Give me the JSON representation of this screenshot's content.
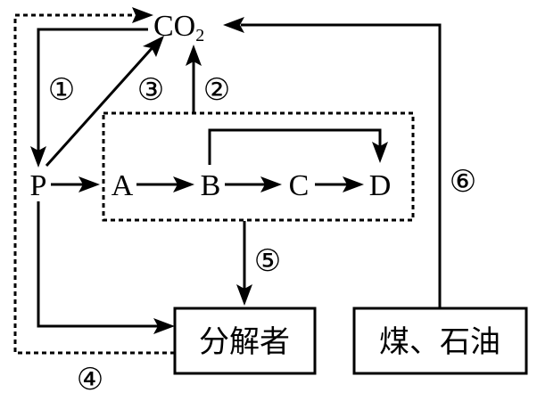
{
  "diagram": {
    "title": "Carbon cycle diagram",
    "nodes": {
      "co2": {
        "main": "CO",
        "sub": "2"
      },
      "p": "P",
      "a": "A",
      "b": "B",
      "c": "C",
      "d": "D",
      "decomposers": "分解者",
      "fossil_fuels": "煤、石油"
    },
    "process_labels": {
      "p1": "①",
      "p2": "②",
      "p3": "③",
      "p4": "④",
      "p5": "⑤",
      "p6": "⑥"
    },
    "edges": [
      {
        "from": "co2",
        "to": "p",
        "label": "①",
        "style": "solid"
      },
      {
        "from": "consumers-group",
        "to": "co2",
        "label": "②",
        "style": "solid"
      },
      {
        "from": "p",
        "to": "co2",
        "label": "③",
        "style": "solid"
      },
      {
        "from": "decomposers",
        "to": "co2",
        "label": "④",
        "style": "dotted"
      },
      {
        "from": "consumers-group",
        "to": "decomposers",
        "label": "⑤",
        "style": "solid"
      },
      {
        "from": "fossil_fuels",
        "to": "co2",
        "label": "⑥",
        "style": "solid"
      },
      {
        "from": "p",
        "to": "a",
        "label": "",
        "style": "solid"
      },
      {
        "from": "a",
        "to": "b",
        "label": "",
        "style": "solid"
      },
      {
        "from": "b",
        "to": "c",
        "label": "",
        "style": "solid"
      },
      {
        "from": "c",
        "to": "d",
        "label": "",
        "style": "solid"
      },
      {
        "from": "b",
        "to": "d",
        "label": "",
        "style": "solid"
      },
      {
        "from": "p",
        "to": "decomposers",
        "label": "",
        "style": "solid"
      }
    ]
  }
}
